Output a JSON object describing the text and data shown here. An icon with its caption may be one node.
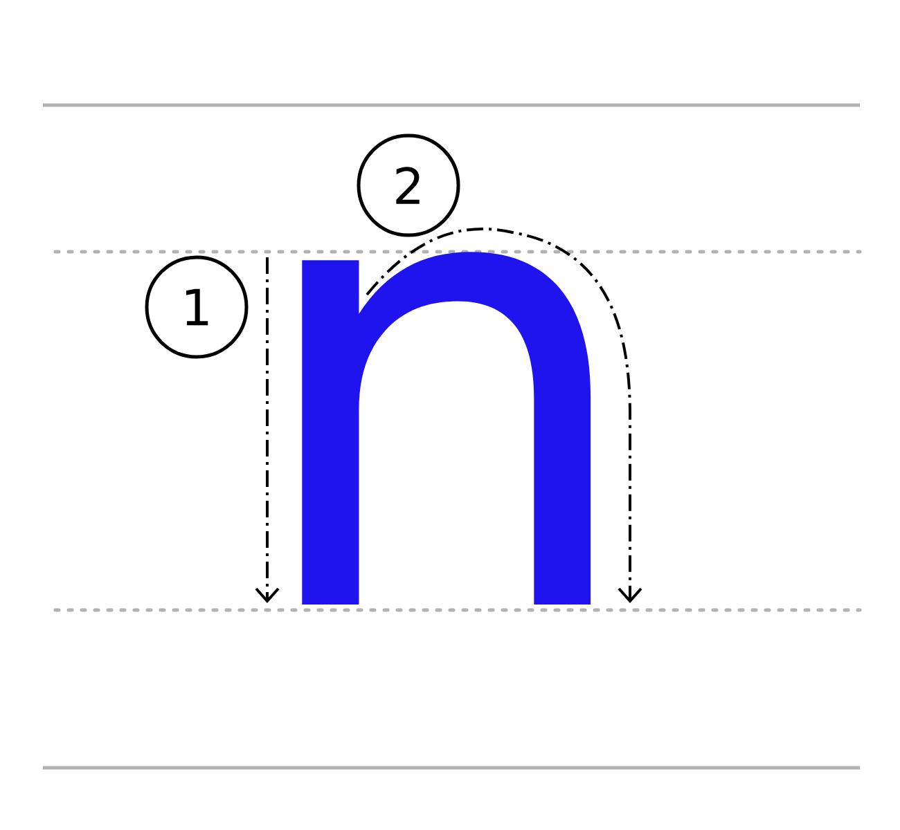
{
  "diagram": {
    "nodes": [
      {
        "text": [
          "1"
        ]
      },
      {
        "text": [
          "2"
        ]
      }
    ],
    "labels": [
      "n"
    ]
  }
}
